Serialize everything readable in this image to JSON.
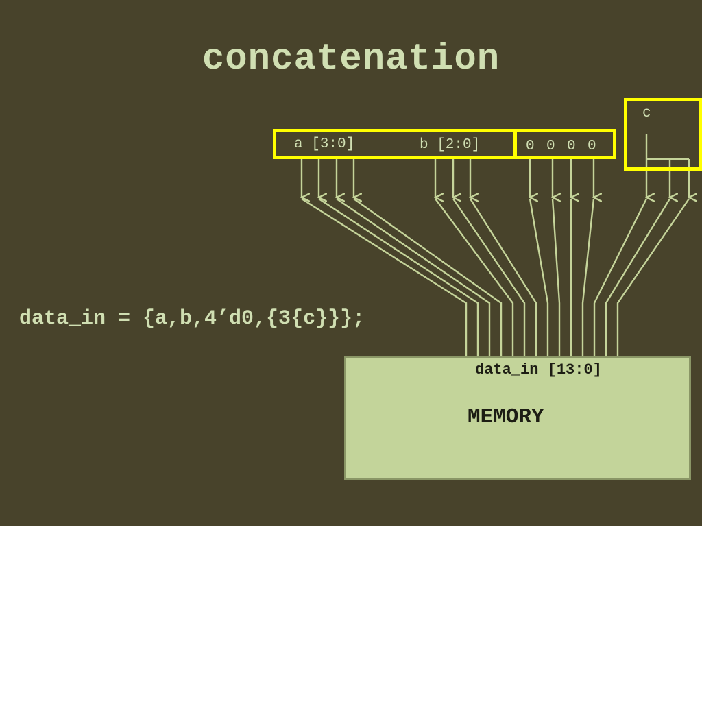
{
  "slide": {
    "title": "concatenation",
    "code": "data_in = {a,b,4’d0,{3{c}}};",
    "background_color": "#48432b",
    "text_color": "#d0dfb2",
    "highlight_color": "#ffff00"
  },
  "inputs": {
    "a_label": "a [3:0]",
    "b_label": "b [2:0]",
    "zero_bits": [
      "0",
      "0",
      "0",
      "0"
    ],
    "c_label": "c"
  },
  "memory": {
    "port_label": "data_in [13:0]",
    "name": "MEMORY"
  }
}
